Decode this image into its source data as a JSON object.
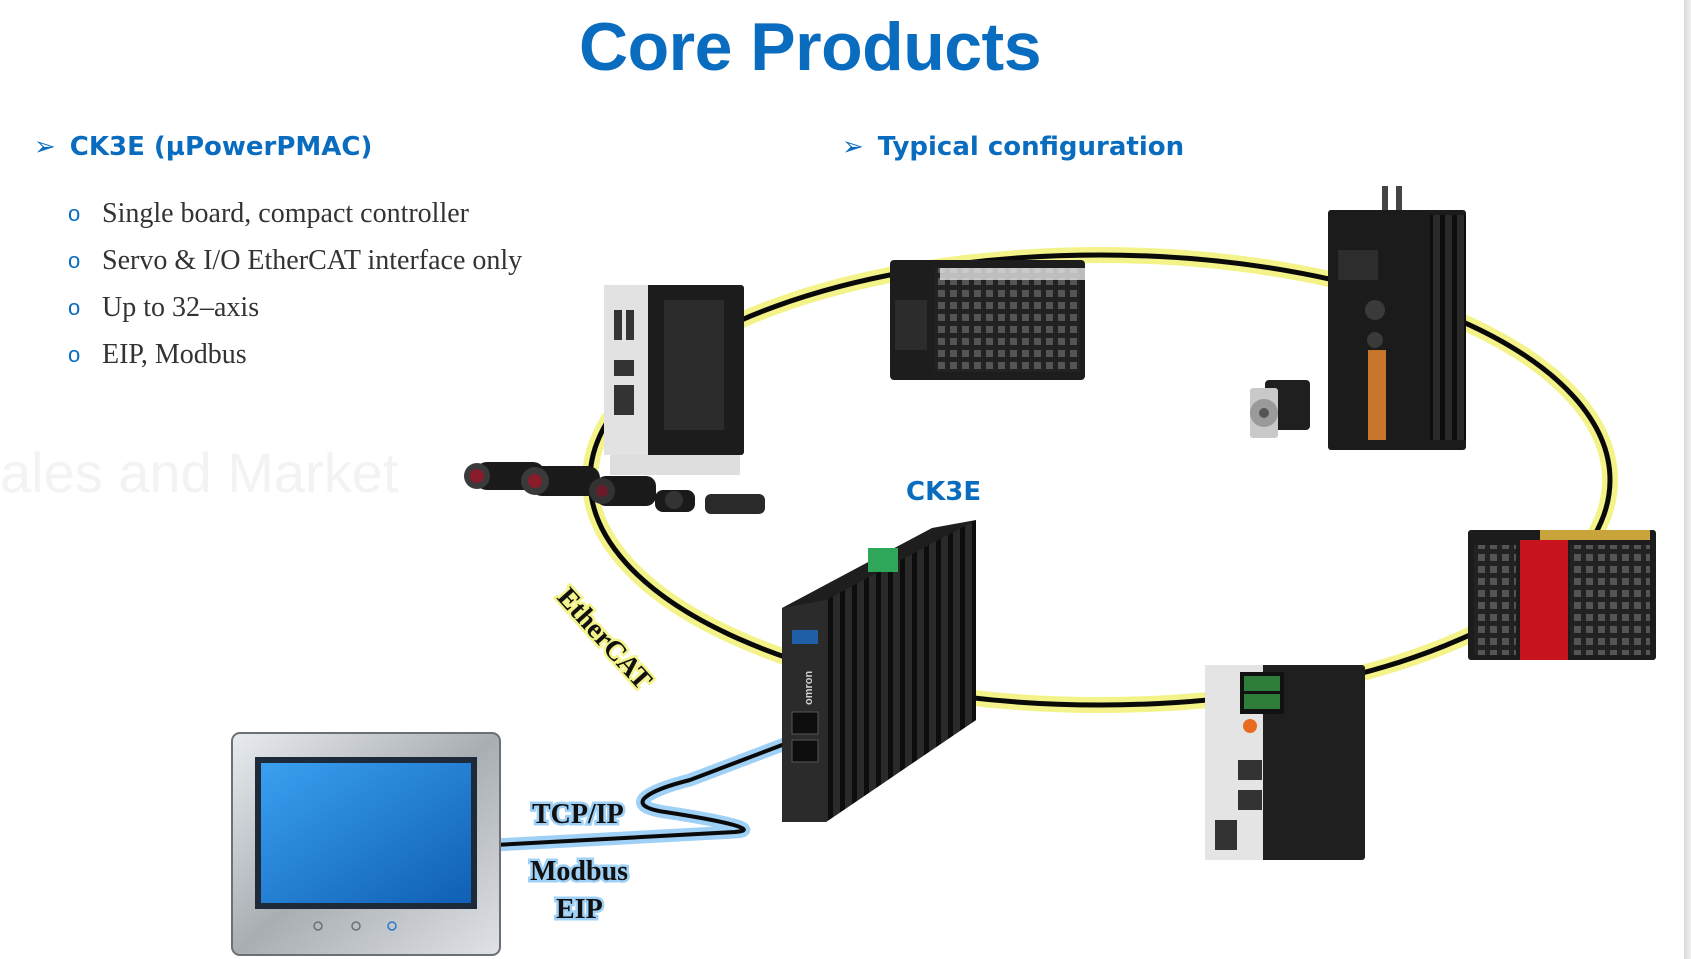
{
  "title": "Core Products",
  "left_section": {
    "heading": "CK3E (µPowerPMAC)",
    "bullets": [
      "Single board, compact controller",
      "Servo & I/O EtherCAT interface only",
      "Up to 32–axis",
      "EIP, Modbus"
    ],
    "bullet_marker": "o"
  },
  "right_section": {
    "heading": "Typical configuration"
  },
  "heading_marker": "➢",
  "diagram": {
    "controller_label": "CK3E",
    "controller_brand": "omron",
    "ring_label": "EtherCAT",
    "link_labels": [
      "TCP/IP",
      "Modbus",
      "EIP"
    ],
    "devices": [
      "vision-system",
      "remote-io-block",
      "servo-drive-and-motor",
      "safety-io-block",
      "displacement-sensor-controller",
      "hmi-touch-panel",
      "ck3e-controller"
    ],
    "colors": {
      "accent": "#0a6cbf",
      "ring_glow": "#f3f38a",
      "link_glow": "#9fd0f5",
      "device_body": "#1e1e1e",
      "safety_red": "#c8141e",
      "screen_blue": "#1a78d2"
    }
  }
}
